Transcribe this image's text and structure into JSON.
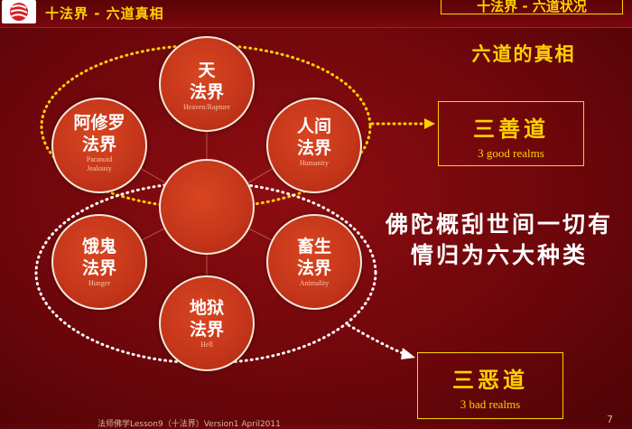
{
  "header": {
    "title": "十法界 - 六道真相",
    "status": "十法界 - 六道状况"
  },
  "truth_title": "六道的真相",
  "good_realms": {
    "cn": "三善道",
    "en": "3 good realms"
  },
  "bad_realms": {
    "cn": "三恶道",
    "en": "3 bad realms"
  },
  "summary": [
    "佛陀概刮世间一切有",
    "情归为六大种类"
  ],
  "realms": {
    "heaven": {
      "cn1": "天",
      "cn2": "法界",
      "en": "Heaven/Rapture"
    },
    "asura": {
      "cn1": "阿修罗",
      "cn2": "法界",
      "en1": "Paranoid",
      "en2": "Jealousy"
    },
    "human": {
      "cn1": "人间",
      "cn2": "法界",
      "en": "Humanity"
    },
    "hungry_ghost": {
      "cn1": "饿鬼",
      "cn2": "法界",
      "en": "Hunger"
    },
    "animal": {
      "cn1": "畜生",
      "cn2": "法界",
      "en": "Animality"
    },
    "hell": {
      "cn1": "地狱",
      "cn2": "法界",
      "en": "Hell"
    }
  },
  "footer": "法师佛学Lesson9（十法界）Version1 April2011",
  "page_number": "7",
  "colors": {
    "background": "#7a080d",
    "accent": "#ffd200",
    "circle_fill": "#c4351a",
    "circle_border": "#f7e8d8",
    "dotted_line": "#ffffff",
    "good_ellipse": "#ffd200"
  }
}
